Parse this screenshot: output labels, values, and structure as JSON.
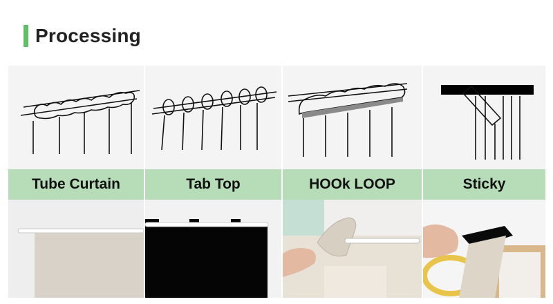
{
  "heading": {
    "title": "Processing",
    "accent_color": "#5fbf67"
  },
  "label_color": "#b7ddb8",
  "items": [
    {
      "label": "Tube Curtain",
      "diagram_icon": "tube-curtain-diagram",
      "photo_icon": "tube-curtain-photo"
    },
    {
      "label": "Tab Top",
      "diagram_icon": "tab-top-diagram",
      "photo_icon": "tab-top-photo"
    },
    {
      "label": "HOOk LOOP",
      "diagram_icon": "hook-loop-diagram",
      "photo_icon": "hook-loop-photo"
    },
    {
      "label": "Sticky",
      "diagram_icon": "sticky-diagram",
      "photo_icon": "sticky-photo"
    }
  ]
}
